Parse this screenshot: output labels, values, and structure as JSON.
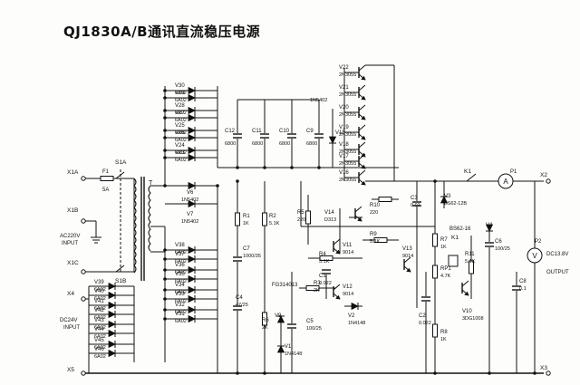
{
  "title": "QJ1830A/B通讯直流稳压电源",
  "terminals": [
    "X1A",
    "X1B",
    "X1C",
    "X4",
    "X5",
    "X2",
    "X3"
  ],
  "inputs": [
    "AC220V",
    "INPUT",
    "DC24V",
    "INPUT"
  ],
  "output": [
    "DC13.8V",
    "OUTPUT"
  ],
  "fuse": [
    "F1",
    "5A"
  ],
  "switches": [
    "S1A",
    "S1B"
  ],
  "transformer": "T",
  "relay": [
    "K1",
    "K1"
  ],
  "diodes_upper": [
    {
      "ref": "V30",
      "val": "6A02"
    },
    {
      "ref": "V29",
      "val": "6A02"
    },
    {
      "ref": "V28",
      "val": "6A02"
    },
    {
      "ref": "V27",
      "val": "6A02"
    },
    {
      "ref": "V25",
      "val": "6A02"
    },
    {
      "ref": "V26",
      "val": "6A02"
    },
    {
      "ref": "V24",
      "val": "6A02"
    },
    {
      "ref": "V23",
      "val": "6A02"
    }
  ],
  "diodes_lower": [
    {
      "ref": "V38",
      "val": "6A02"
    },
    {
      "ref": "V37",
      "val": "6A02"
    },
    {
      "ref": "V36",
      "val": "6A02"
    },
    {
      "ref": "V35",
      "val": "6A02"
    },
    {
      "ref": "V34",
      "val": "6A02"
    },
    {
      "ref": "V33",
      "val": "6A02"
    },
    {
      "ref": "V32",
      "val": "6A02"
    },
    {
      "ref": "V31",
      "val": "6A02"
    }
  ],
  "diodes_dc": [
    {
      "ref": "V39",
      "val": "6A02"
    },
    {
      "ref": "V40",
      "val": "6A02"
    },
    {
      "ref": "V41",
      "val": "6A02"
    },
    {
      "ref": "V42",
      "val": "6A02"
    },
    {
      "ref": "V43",
      "val": "6A02"
    },
    {
      "ref": "V44",
      "val": "6A02"
    },
    {
      "ref": "V45",
      "val": "6A02"
    },
    {
      "ref": "V46",
      "val": "6A02"
    }
  ],
  "v6_v7": [
    {
      "ref": "V6",
      "val": "1N5402"
    },
    {
      "ref": "V7",
      "val": "1N5402"
    }
  ],
  "caps_bank": [
    {
      "ref": "C12",
      "val": "6800"
    },
    {
      "ref": "C11",
      "val": "6800"
    },
    {
      "ref": "C10",
      "val": "6800"
    },
    {
      "ref": "C9",
      "val": "6800"
    }
  ],
  "v15": [
    "V15",
    "1N5402"
  ],
  "power_transistors": [
    {
      "ref": "V22",
      "val": "2N3055"
    },
    {
      "ref": "V21",
      "val": "2N3055"
    },
    {
      "ref": "V20",
      "val": "2N3055"
    },
    {
      "ref": "V19",
      "val": "2N3055"
    },
    {
      "ref": "V18",
      "val": "2N3055"
    },
    {
      "ref": "V17",
      "val": "2N3055"
    },
    {
      "ref": "V16",
      "val": "2N3055"
    }
  ],
  "small_parts": {
    "R1": [
      "R1",
      "1K"
    ],
    "R2": [
      "R2",
      "5.1K"
    ],
    "C7": [
      "C7",
      "1000/35"
    ],
    "C4": [
      "C4",
      "47/25"
    ],
    "R6": [
      "R6",
      "2K"
    ],
    "V9": [
      "V9"
    ],
    "FG": [
      "FG314013"
    ],
    "C5": [
      "C5",
      "100/25"
    ],
    "V1": [
      "V1",
      "1N4148"
    ],
    "R4": [
      "R4",
      "5.1K"
    ],
    "C1": [
      "C1",
      "0.022"
    ],
    "R3": [
      "R3",
      "2K"
    ],
    "V11": [
      "V11",
      "9014"
    ],
    "V12": [
      "V12",
      "9014"
    ],
    "V2": [
      "V2",
      "1N4148"
    ],
    "V14": [
      "V14",
      "D313"
    ],
    "R5": [
      "R5",
      "220"
    ],
    "R10": [
      "R10",
      "220"
    ],
    "R9": [
      "R9",
      "5.1K"
    ],
    "V13": [
      "V13",
      "9014"
    ],
    "C2": [
      "C2",
      "0.022"
    ],
    "C3": [
      "C3",
      "0.01"
    ],
    "V3": [
      "V3",
      "BS62-12B"
    ],
    "BS": [
      "BS62-16"
    ],
    "R7": [
      "R7",
      "1K"
    ],
    "RP1": [
      "RP1",
      "4.7K"
    ],
    "R8": [
      "R8",
      "1K"
    ],
    "V4": [
      "V4"
    ],
    "C6": [
      "C6",
      "100/25"
    ],
    "C8": [
      "C8",
      "0.1"
    ],
    "R11": [
      "R11",
      "5.1K"
    ],
    "V10": [
      "V10",
      "3DG1008"
    ],
    "P1": [
      "P1"
    ],
    "P2": [
      "P2"
    ],
    "A": "A",
    "V": "V"
  }
}
